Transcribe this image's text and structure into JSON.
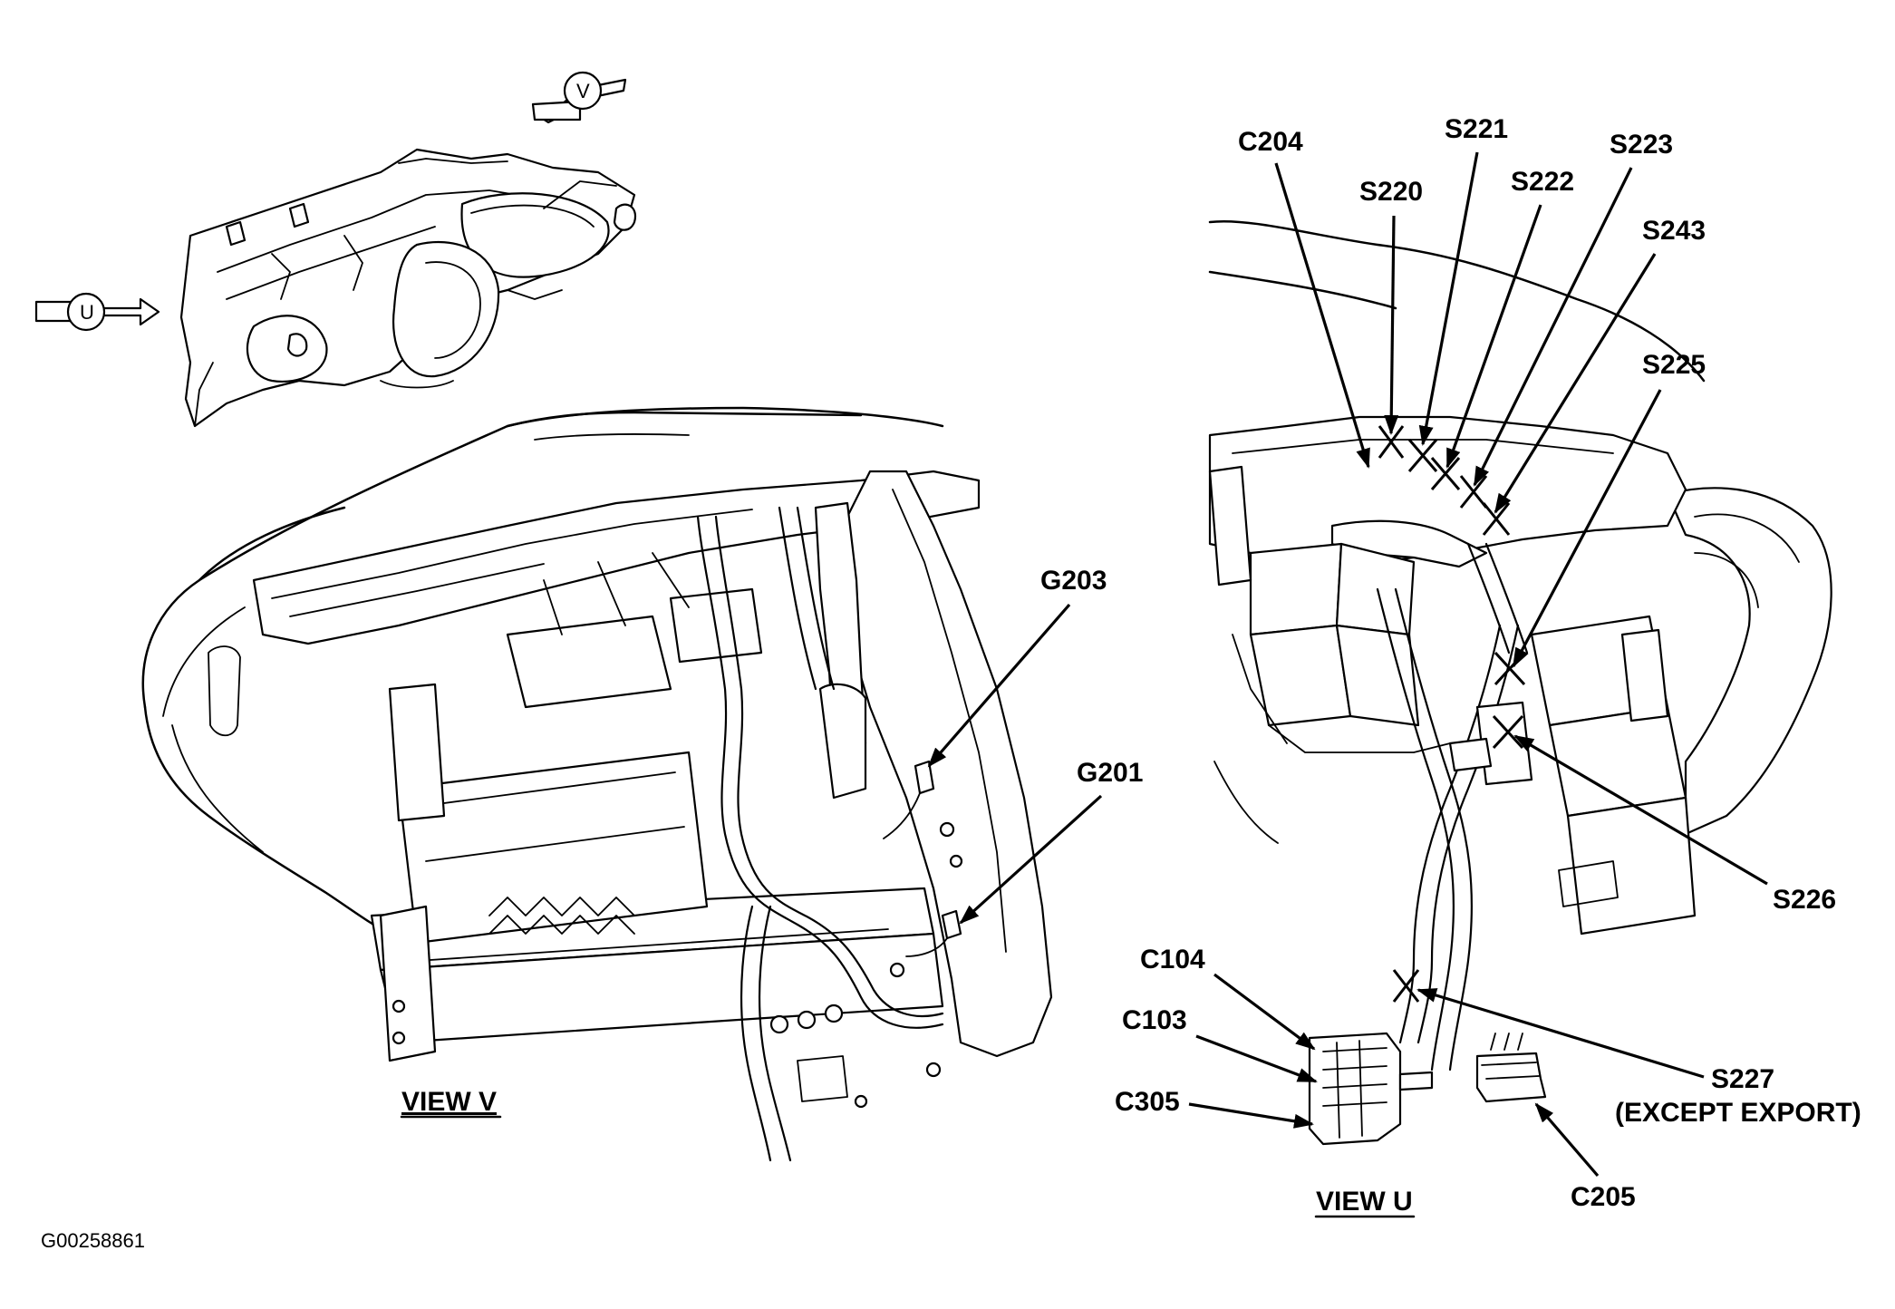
{
  "figure_id": "G00258861",
  "views": {
    "view_v": {
      "caption": "VIEW V"
    },
    "view_u": {
      "caption": "VIEW U"
    }
  },
  "view_arrows": {
    "u": "U",
    "v": "V"
  },
  "labels": {
    "g203": "G203",
    "g201": "G201",
    "c204": "C204",
    "s220": "S220",
    "s221": "S221",
    "s222": "S222",
    "s223": "S223",
    "s243": "S243",
    "s225": "S225",
    "s226": "S226",
    "c104": "C104",
    "c103": "C103",
    "c305": "C305",
    "s227": "S227",
    "s227_note": "(EXCEPT EXPORT)",
    "c205": "C205"
  }
}
